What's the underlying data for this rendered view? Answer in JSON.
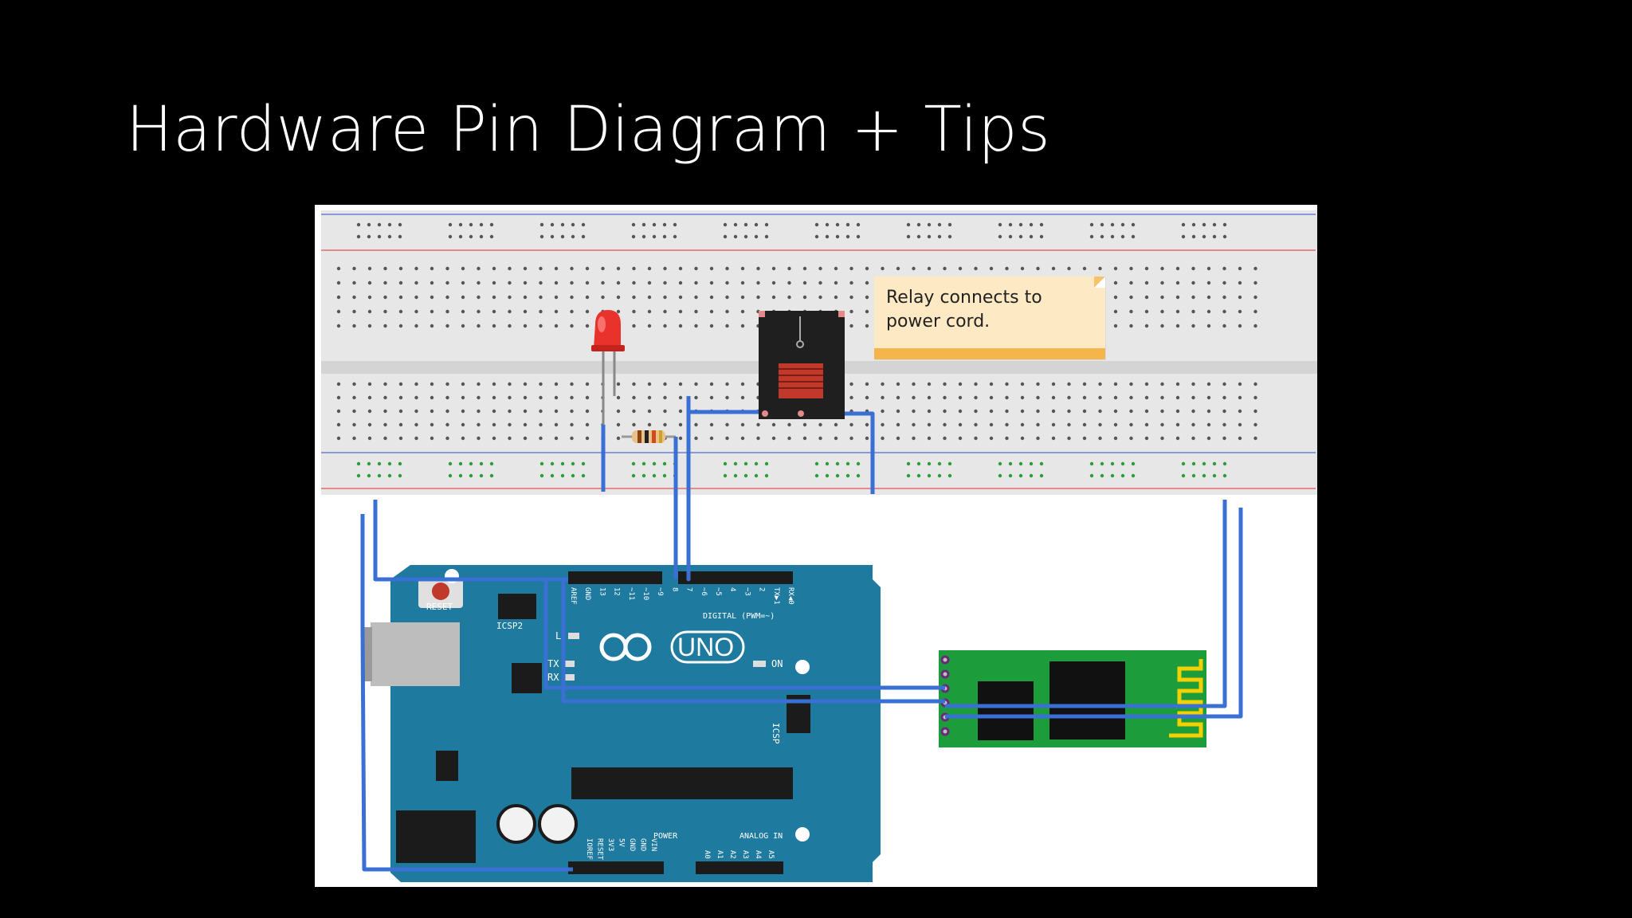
{
  "slide": {
    "title": "Hardware Pin Diagram + Tips"
  },
  "note": {
    "text": "Relay connects to power cord."
  },
  "arduino": {
    "logo_text": "UNO",
    "reset_label": "RESET",
    "icsp2_label": "ICSP2",
    "icsp_label": "ICSP",
    "led_l_label": "L",
    "tx_label": "TX",
    "rx_label": "RX",
    "on_label": "ON",
    "digital_label": "DIGITAL (PWM=~)",
    "power_label": "POWER",
    "analog_label": "ANALOG IN",
    "digital_pins": [
      "AREF",
      "GND",
      "13",
      "12",
      "~11",
      "~10",
      "~9",
      "8",
      "7",
      "~6",
      "~5",
      "4",
      "~3",
      "2",
      "TX▶1",
      "RX◀0"
    ],
    "power_pins": [
      "IOREF",
      "RESET",
      "3V3",
      "5V",
      "GND",
      "GND",
      "VIN"
    ],
    "analog_pins": [
      "A0",
      "A1",
      "A2",
      "A3",
      "A4",
      "A5"
    ]
  },
  "colors": {
    "background": "#000000",
    "title": "#ffffff",
    "breadboard": "#e7e7e7",
    "wire": "#3a6fd3",
    "arduino_board": "#1e7a9e",
    "relay": "#1f1f1f",
    "coil": "#c0392b",
    "led": "#e8322b",
    "bt_module": "#1c9c3a",
    "note": "#fde9c3"
  }
}
